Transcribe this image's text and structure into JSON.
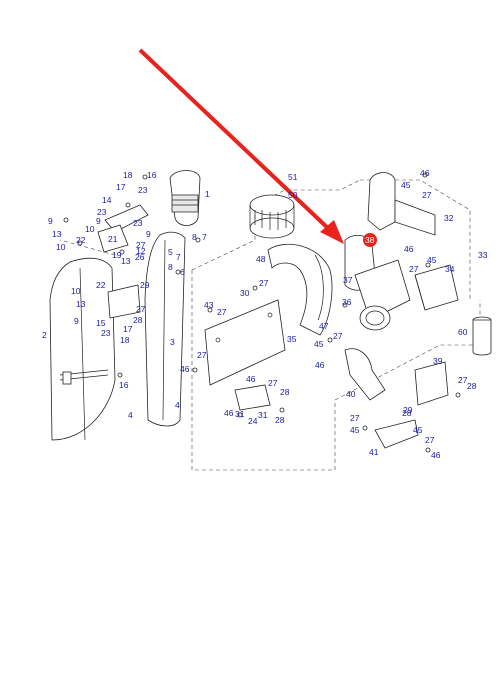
{
  "arrow_color": "#e8231e",
  "highlight_color": "#e8231e",
  "label_color": "#1a1aa8",
  "highlighted_callout": "38",
  "callouts": {
    "c1": "1",
    "c2": "2",
    "c3": "3",
    "c4a": "4",
    "c4b": "4",
    "c5": "5",
    "c6": "6",
    "c7a": "7",
    "c7b": "7",
    "c8a": "8",
    "c8b": "8",
    "c9a": "9",
    "c9b": "9",
    "c9c": "9",
    "c9d": "9",
    "c10a": "10",
    "c10b": "10",
    "c10c": "10",
    "c12": "12",
    "c13a": "13",
    "c13b": "13",
    "c13c": "13",
    "c14": "14",
    "c15": "15",
    "c16a": "16",
    "c16b": "16",
    "c17a": "17",
    "c17b": "17",
    "c18a": "18",
    "c18b": "18",
    "c19": "19",
    "c21": "21",
    "c22a": "22",
    "c22b": "22",
    "c23a": "23",
    "c23b": "23",
    "c23c": "23",
    "c23d": "23",
    "c24": "24",
    "c26": "26",
    "c27a": "27",
    "c27b": "27",
    "c27c": "27",
    "c27d": "27",
    "c27e": "27",
    "c27f": "27",
    "c27g": "27",
    "c27h": "27",
    "c27i": "27",
    "c27j": "27",
    "c27k": "27",
    "c27l": "27",
    "c28a": "28",
    "c28b": "28",
    "c28c": "28",
    "c28d": "28",
    "c28e": "28",
    "c29a": "29",
    "c29b": "29",
    "c30": "30",
    "c31a": "31",
    "c31b": "31",
    "c32": "32",
    "c33": "33",
    "c34": "34",
    "c35": "35",
    "c36": "36",
    "c37": "37",
    "c38": "38",
    "c39": "39",
    "c40": "40",
    "c41": "41",
    "c43": "43",
    "c45a": "45",
    "c45b": "45",
    "c45c": "45",
    "c45d": "45",
    "c45e": "45",
    "c46a": "46",
    "c46b": "46",
    "c46c": "46",
    "c46d": "46",
    "c46e": "46",
    "c46f": "46",
    "c46g": "46",
    "c47": "47",
    "c48": "48",
    "c50": "50",
    "c51": "51",
    "c60": "60"
  }
}
